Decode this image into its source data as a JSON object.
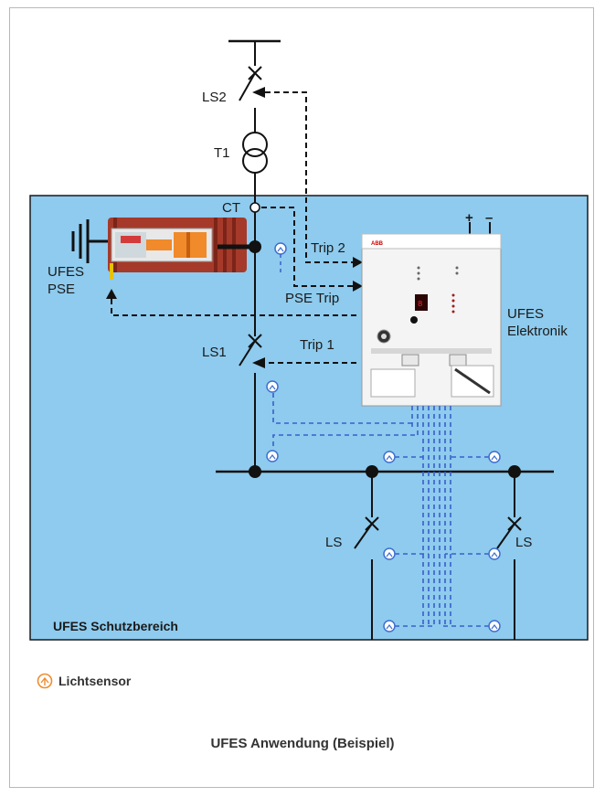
{
  "labels": {
    "ls2": "LS2",
    "t1": "T1",
    "ct": "CT",
    "trip2": "Trip 2",
    "pse_trip": "PSE Trip",
    "trip1": "Trip 1",
    "ls1": "LS1",
    "ufes_pse_line1": "UFES",
    "ufes_pse_line2": "PSE",
    "elektronik_line1": "UFES",
    "elektronik_line2": "Elektronik",
    "plus": "+",
    "minus": "–",
    "ls_left": "LS",
    "ls_right": "LS",
    "zone": "UFES Schutzbereich",
    "device_brand": "ABB"
  },
  "legend": {
    "icon": "light-sensor-icon",
    "label": "Lichtsensor"
  },
  "caption": "UFES Anwendung (Beispiel)",
  "colors": {
    "zone_fill": "#8ecbee",
    "zone_border": "#1a1a1a",
    "line": "#111111",
    "signal_dashed": "#3a5fcc",
    "sensor": "#3f6fd0",
    "legend_sensor": "#f08c2e",
    "pse_body": "#a63a2a",
    "pse_piston": "#f08a2a"
  }
}
